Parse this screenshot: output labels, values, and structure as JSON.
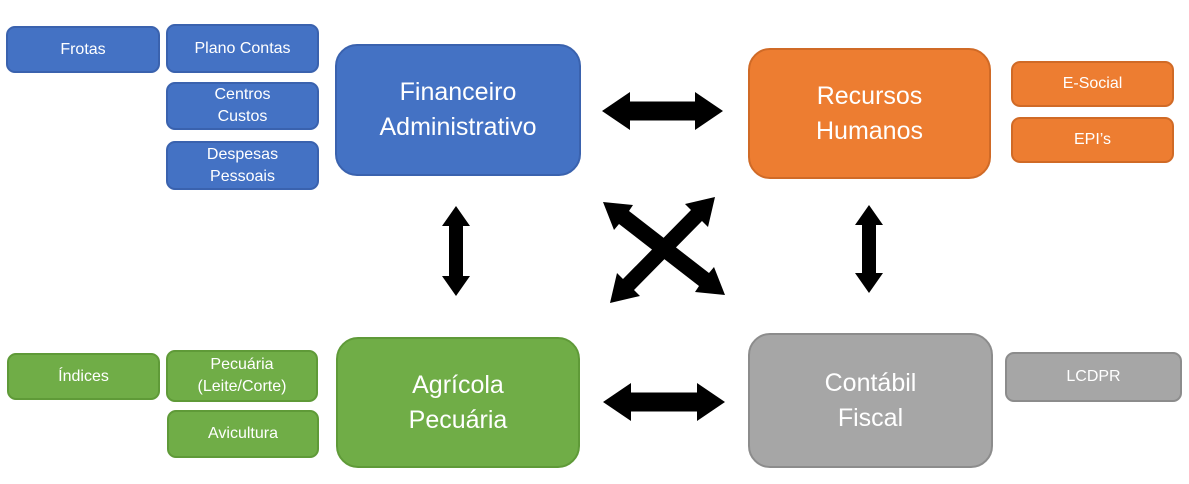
{
  "diagram": {
    "nodes": {
      "frotas": {
        "label": "Frotas",
        "color": "#4472C4"
      },
      "plano_contas": {
        "label": "Plano Contas",
        "color": "#4472C4"
      },
      "centros_custos": {
        "label": "Centros\nCustos",
        "color": "#4472C4"
      },
      "despesas_pessoais": {
        "label": "Despesas\nPessoais",
        "color": "#4472C4"
      },
      "financeiro_administrativo": {
        "label": "Financeiro\nAdministrativo",
        "color": "#4472C4"
      },
      "recursos_humanos": {
        "label": "Recursos\nHumanos",
        "color": "#ED7D31"
      },
      "e_social": {
        "label": "E-Social",
        "color": "#ED7D31"
      },
      "epis": {
        "label": "EPI’s",
        "color": "#ED7D31"
      },
      "indices": {
        "label": "Índices",
        "color": "#70AD47"
      },
      "pecuaria_leite_corte": {
        "label": "Pecuária\n(Leite/Corte)",
        "color": "#70AD47"
      },
      "avicultura": {
        "label": "Avicultura",
        "color": "#70AD47"
      },
      "agricola_pecuaria": {
        "label": "Agrícola\nPecuária",
        "color": "#70AD47"
      },
      "contabil_fiscal": {
        "label": "Contábil\nFiscal",
        "color": "#A6A6A6"
      },
      "lcdpr": {
        "label": "LCDPR",
        "color": "#A6A6A6"
      }
    },
    "arrows": {
      "financeiro_recursos_humanos": "horizontal-double-arrow",
      "agricola_contabil": "horizontal-double-arrow",
      "financeiro_agricola": "vertical-double-arrow",
      "recursos_humanos_contabil": "vertical-double-arrow",
      "cross_diagonal_up": "diagonal-double-arrow",
      "cross_diagonal_down": "diagonal-double-arrow",
      "arrow_color": "#000000"
    },
    "colors": {
      "blue": "#4472C4",
      "orange": "#ED7D31",
      "green": "#70AD47",
      "gray": "#A6A6A6",
      "background": "#FFFFFF",
      "text": "#FFFFFF"
    }
  }
}
